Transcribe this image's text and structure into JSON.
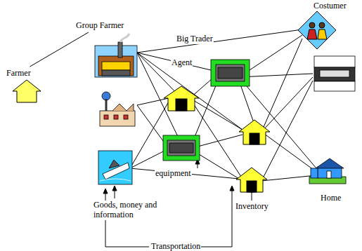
{
  "diagram": {
    "nodes": [
      {
        "text": [
          "Farmer"
        ]
      },
      {
        "text": [
          "Group Farmer"
        ]
      },
      {
        "text": [
          "Agent"
        ]
      },
      {
        "text": [
          "Costumer"
        ]
      },
      {
        "text": [
          "Home"
        ]
      }
    ],
    "edges": [
      {
        "from": 0,
        "to": 1,
        "arrow": "none"
      }
    ],
    "labels": [
      "Big Trader",
      "equipment",
      "Goods, money and information",
      "Inventory",
      "Transportation"
    ]
  }
}
